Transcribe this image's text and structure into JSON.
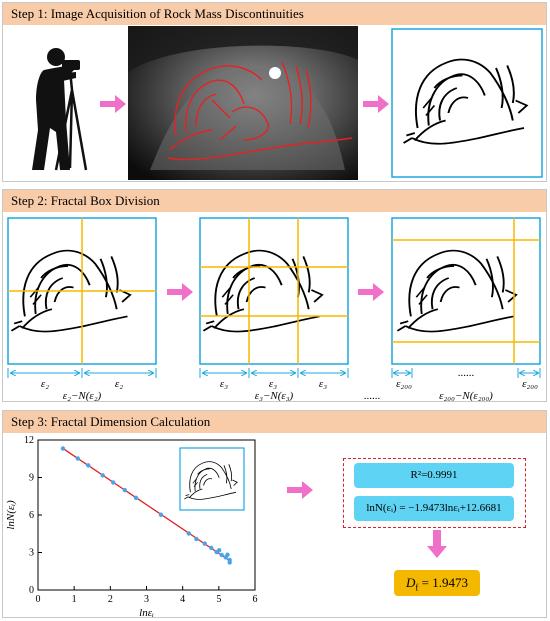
{
  "step1": {
    "title": "Step 1: Image Acquisition of Rock Mass Discontinuities"
  },
  "step2": {
    "title": "Step 2: Fractal Box Division",
    "boxes": [
      {
        "seg1": "ε₂",
        "seg2": "ε₂",
        "seg3": "",
        "caption": "ε₂−N(ε₂)"
      },
      {
        "seg1": "ε₃",
        "seg2": "ε₃",
        "seg3": "ε₃",
        "caption": "ε₃−N(ε₃)"
      },
      {
        "seg1": "ε₂₀₀",
        "seg2": "......",
        "seg3": "ε₂₀₀",
        "caption": "ε₂₀₀−N(ε₂₀₀)"
      }
    ],
    "ellipsis": "......"
  },
  "step3": {
    "title": "Step 3: Fractal Dimension Calculation",
    "r2": "R²=0.9991",
    "equation": "lnN(εᵢ) = −1.9473lnεᵢ+12.6681",
    "df": "D_f = 1.9473",
    "df_main": "D",
    "df_sub": "f",
    "df_val": " = 1.9473"
  },
  "chart_data": {
    "type": "scatter",
    "xlabel": "lnεᵢ",
    "ylabel": "lnN(εᵢ)",
    "xlim": [
      0,
      6
    ],
    "ylim": [
      0,
      12
    ],
    "xticks": [
      0,
      1,
      2,
      3,
      4,
      5,
      6
    ],
    "yticks": [
      0,
      3,
      6,
      9,
      12
    ],
    "points": [
      [
        0.69,
        11.32
      ],
      [
        1.1,
        10.52
      ],
      [
        1.39,
        9.97
      ],
      [
        1.79,
        9.17
      ],
      [
        2.08,
        8.6
      ],
      [
        2.4,
        7.99
      ],
      [
        2.71,
        7.37
      ],
      [
        3.4,
        6.02
      ],
      [
        4.17,
        4.52
      ],
      [
        4.38,
        4.08
      ],
      [
        4.61,
        3.71
      ],
      [
        4.79,
        3.37
      ],
      [
        4.94,
        3.03
      ],
      [
        5.01,
        3.18
      ],
      [
        5.08,
        2.8
      ],
      [
        5.19,
        2.61
      ],
      [
        5.3,
        2.4
      ],
      [
        5.24,
        2.82
      ],
      [
        5.3,
        2.2
      ]
    ],
    "fit": {
      "slope": -1.9473,
      "intercept": 12.6681
    },
    "point_color": "#4aa3e8",
    "line_color": "#e02020"
  },
  "colors": {
    "header": "#f8cba9",
    "arrow": "#ef6fc9",
    "frame": "#1ea7e0",
    "grid": "#f5b800",
    "dim": "#1ea7e0"
  }
}
